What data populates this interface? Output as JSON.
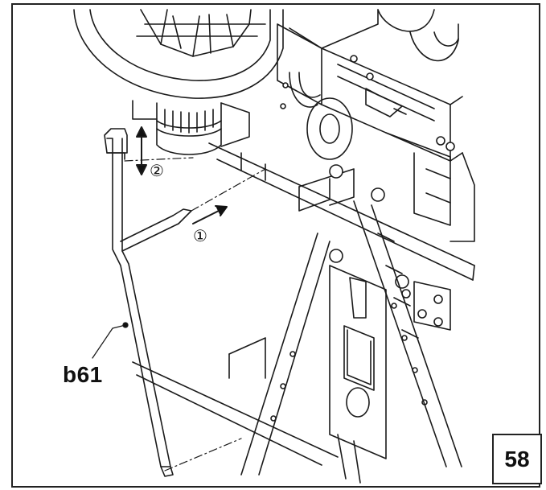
{
  "figure": {
    "part_label": "b61",
    "step_1_marker": "①",
    "step_2_marker": "②",
    "page_number": "58"
  }
}
